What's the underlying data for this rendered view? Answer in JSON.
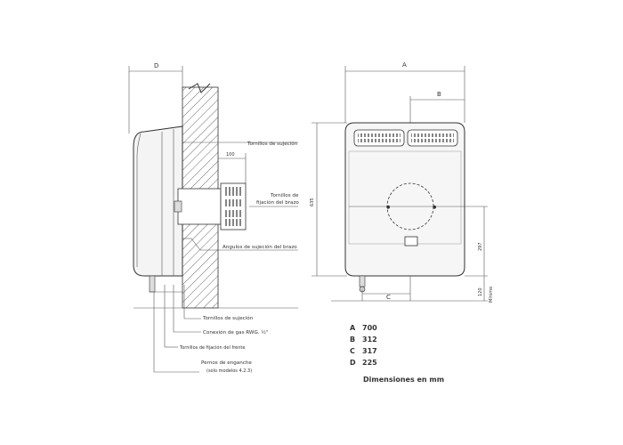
{
  "side_view": {
    "dim_d": "D",
    "dim_100": "100",
    "callouts": {
      "tornillos_sujecion_top": "Tornillos de sujeción",
      "tornillos_fijacion_1": "Tornillos de",
      "tornillos_fijacion_2": "fijación del brazo",
      "angulos": "Angulos de sujeción del brazo",
      "tornillos_sujecion_bottom": "Tornillos de sujeción",
      "conexion_gas": "Conexión de gas RWG. ½\"",
      "tornillos_frente": "Tornillos de fijación del frente",
      "pernos_1": "Pernos de enganche",
      "pernos_2": "(solo modelos 4.2.3)"
    }
  },
  "front_view": {
    "dim_a": "A",
    "dim_b": "B",
    "dim_c": "C",
    "dim_635": "635",
    "dim_297": "297",
    "dim_120": "120",
    "dim_minimo": "Mínimo"
  },
  "dimensions_table": [
    {
      "key": "A",
      "value": "700"
    },
    {
      "key": "B",
      "value": "312"
    },
    {
      "key": "C",
      "value": "317"
    },
    {
      "key": "D",
      "value": "225"
    }
  ],
  "caption": "Dimensiones en mm"
}
